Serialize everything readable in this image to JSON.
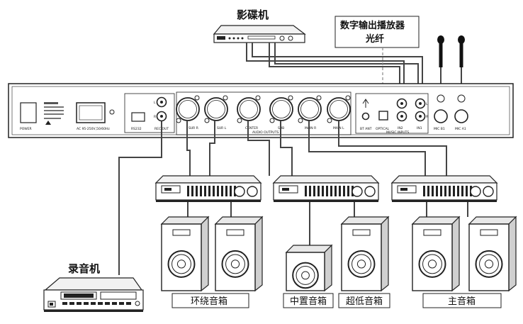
{
  "top": {
    "dvd_player": "影碟机",
    "digital_output_line1": "数字输出播放器",
    "digital_output_line2": "光纤"
  },
  "recorder": "录音机",
  "speaker_groups": {
    "surround": "环绕音箱",
    "center": "中置音箱",
    "subwoofer": "超低音箱",
    "main": "主音箱"
  },
  "panel": {
    "power": "POWER",
    "ac": "AC 95-250V,50/60Hz",
    "rs232": "RS232",
    "rec_out": "REC OUT",
    "sur_r": "SUR R",
    "sur_l": "SUR L",
    "center": "CENTER",
    "sub": "SUB",
    "main_r": "MAIN R",
    "main_l": "MAIN L",
    "audio_outputs": "AUDIO OUTPUTS",
    "bt_ant": "BT ANT",
    "optical": "OPTICAL",
    "in2": "IN2",
    "in1": "IN1",
    "music_inputs": "MUSIC INPUTS",
    "mic_b1": "MIC B1",
    "mic_a1": "MIC A1",
    "l": "L",
    "r": "R"
  }
}
